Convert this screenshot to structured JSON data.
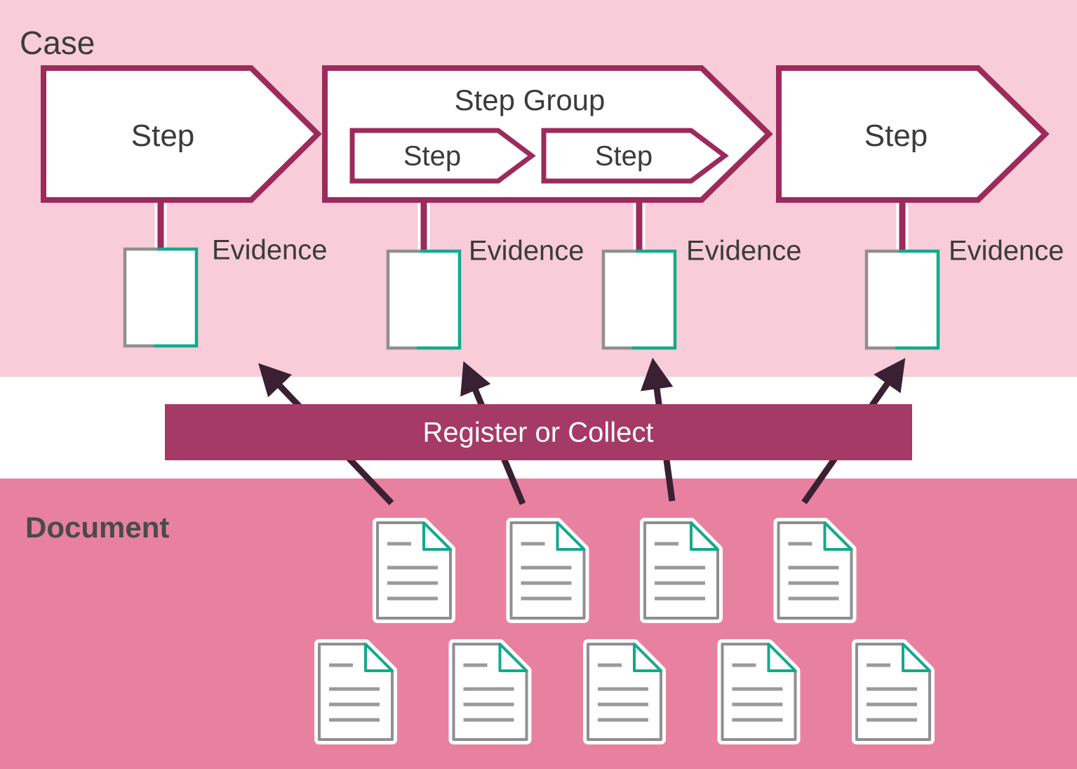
{
  "case": {
    "label": "Case",
    "steps": [
      {
        "label": "Step"
      },
      {
        "label": "Step Group",
        "substeps": [
          {
            "label": "Step"
          },
          {
            "label": "Step"
          }
        ]
      },
      {
        "label": "Step"
      }
    ],
    "evidences": [
      {
        "label": "Evidence"
      },
      {
        "label": "Evidence"
      },
      {
        "label": "Evidence"
      },
      {
        "label": "Evidence"
      }
    ]
  },
  "banner": {
    "label": "Register or Collect"
  },
  "document_section": {
    "label": "Document",
    "rows": [
      4,
      5
    ]
  },
  "colors": {
    "case_band": "#f8ccd8",
    "document_band": "#e8819f",
    "step_stroke": "#9c2b5c",
    "banner_bg": "#a53a66",
    "banner_text": "#ffffff",
    "evidence_green": "#13a98c",
    "arrow_dark": "#3a2033",
    "label_text": "#3b3b3b",
    "doc_gray": "#8f8f8f"
  }
}
